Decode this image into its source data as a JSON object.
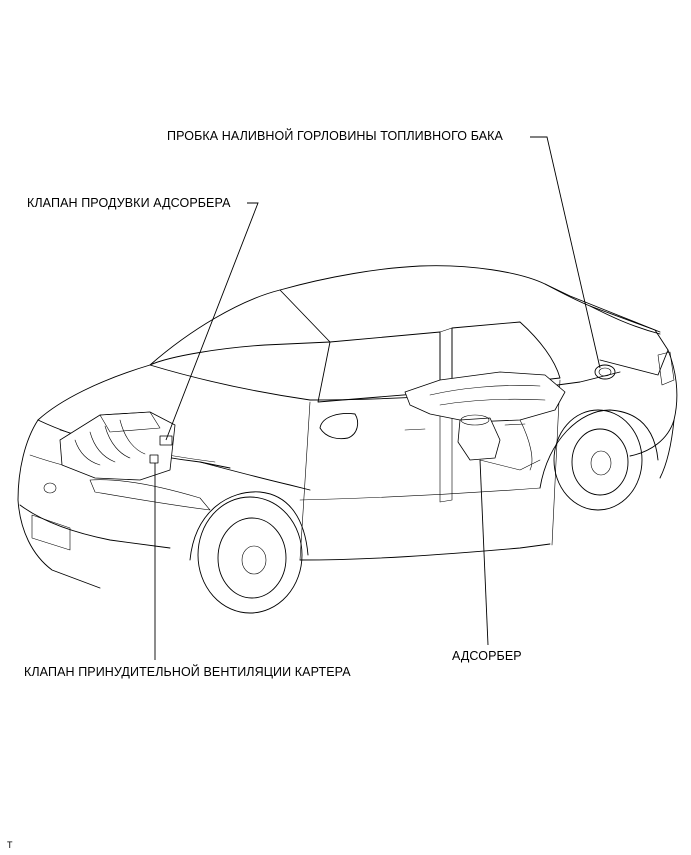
{
  "labels": {
    "fuel_tank_cap": "ПРОБКА НАЛИВНОЙ ГОРЛОВИНЫ ТОПЛИВНОГО БАКА",
    "purge_valve": "КЛАПАН ПРОДУВКИ АДСОРБЕРА",
    "pcv_valve": "КЛАПАН ПРИНУДИТЕЛЬНОЙ ВЕНТИЛЯЦИИ КАРТЕРА",
    "canister": "АДСОРБЕР"
  },
  "figure_code": "T"
}
